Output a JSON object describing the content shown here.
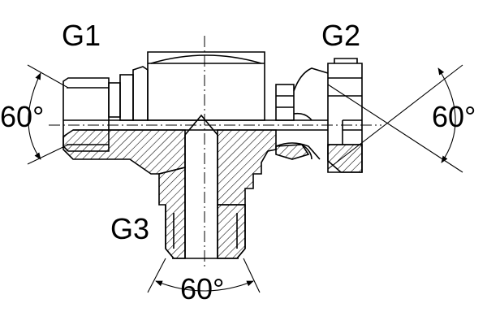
{
  "labels": {
    "port_left": "G1",
    "port_right": "G2",
    "port_bottom": "G3",
    "angle_left": "60°",
    "angle_right": "60°",
    "angle_bottom": "60°"
  },
  "colors": {
    "line": "#000000",
    "background": "#ffffff"
  }
}
